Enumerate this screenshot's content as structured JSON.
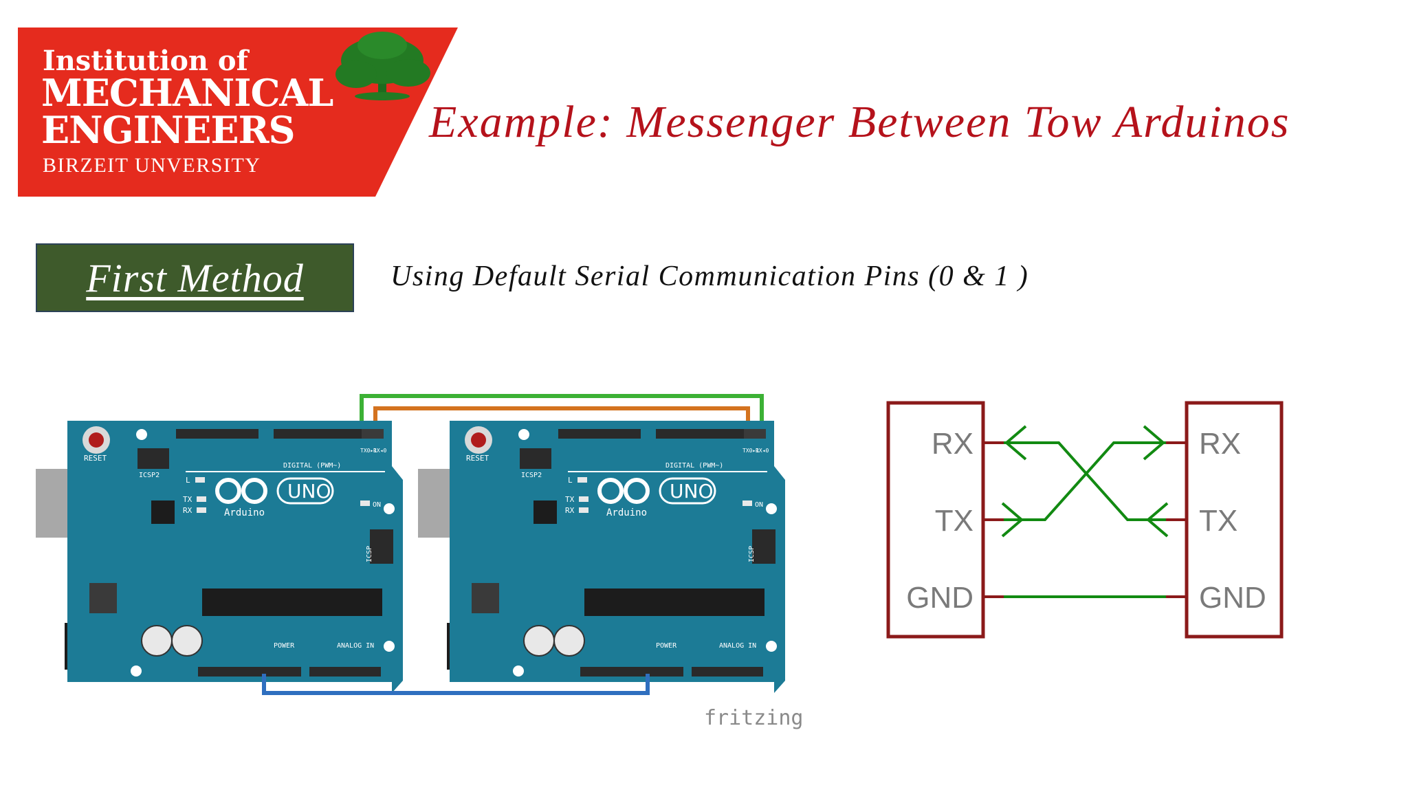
{
  "logo": {
    "line1": "Institution of",
    "line2": "MECHANICAL",
    "line3": "ENGINEERS",
    "line4": "BIRZEIT UNVERSITY",
    "color": "#e52b1e"
  },
  "title": "Example: Messenger Between Tow Arduinos",
  "method": {
    "label": "First Method",
    "description": "Using Default Serial Communication Pins (0 & 1 )",
    "box_color": "#3e5a2b"
  },
  "boards": [
    {
      "brand": "Arduino",
      "model": "UNO",
      "reset": "RESET",
      "icsp2": "ICSP2",
      "icsp": "ICSP",
      "digital": "DIGITAL (PWM~)",
      "power": "POWER",
      "analog": "ANALOG IN",
      "l": "L",
      "tx": "TX",
      "rx": "RX",
      "on": "ON",
      "txpin": "TX0▸1",
      "rxpin": "RX◂0"
    },
    {
      "brand": "Arduino",
      "model": "UNO",
      "reset": "RESET",
      "icsp2": "ICSP2",
      "icsp": "ICSP",
      "digital": "DIGITAL (PWM~)",
      "power": "POWER",
      "analog": "ANALOG IN",
      "l": "L",
      "tx": "TX",
      "rx": "RX",
      "on": "ON",
      "txpin": "TX0▸1",
      "rxpin": "RX◂0"
    }
  ],
  "fritzing_label": "fritzing",
  "wire_colors": {
    "green": "#3cb135",
    "orange": "#d4731f",
    "blue": "#2f6fbf"
  },
  "schematic": {
    "left_pins": [
      "RX",
      "TX",
      "GND"
    ],
    "right_pins": [
      "RX",
      "TX",
      "GND"
    ],
    "box_color": "#8b1a1a",
    "wire_color": "#128a12"
  }
}
